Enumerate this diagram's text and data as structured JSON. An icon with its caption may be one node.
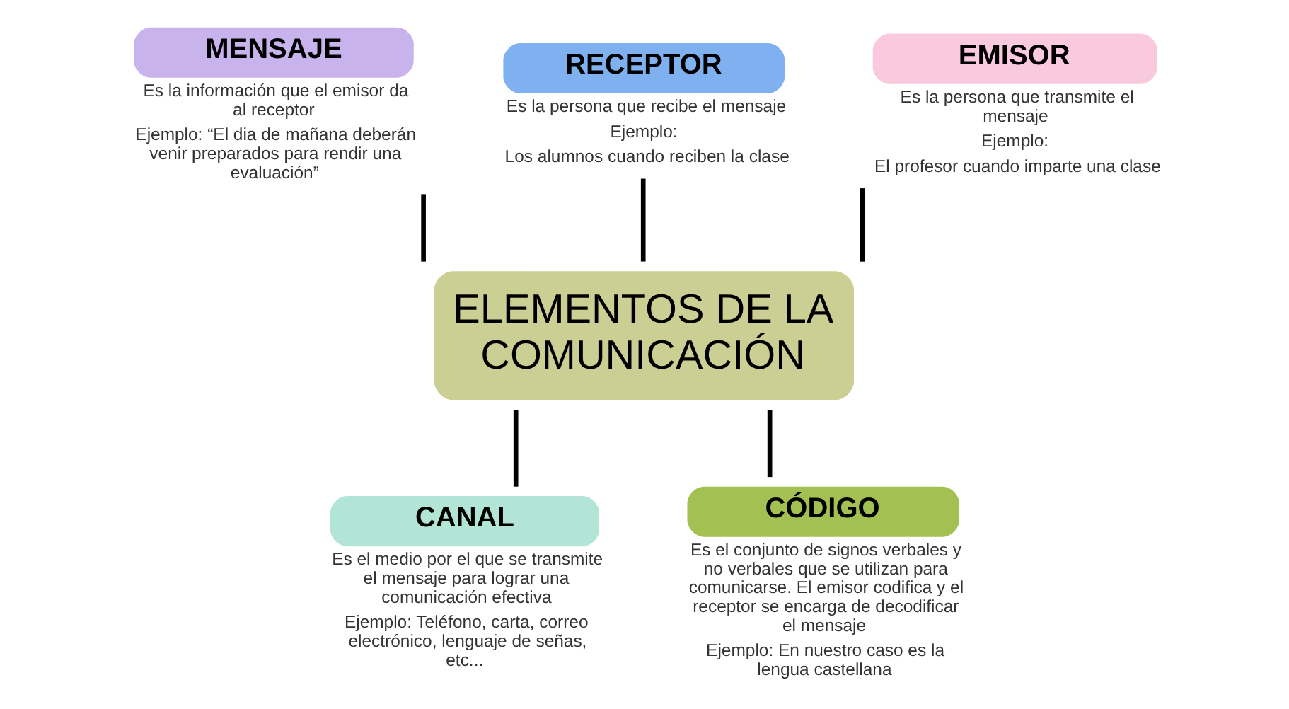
{
  "diagram": {
    "nodes": [
      {
        "text": [
          "MENSAJE"
        ],
        "beside": [
          "Es la información que el emisor da al receptor",
          "Ejemplo: “El dia de mañana deberán venir preparados para rendir una evaluación”"
        ]
      },
      {
        "text": [
          "RECEPTOR"
        ],
        "beside": [
          "Es la persona que recibe el mensaje",
          "Ejemplo:",
          "Los alumnos cuando reciben la clase"
        ]
      },
      {
        "text": [
          "EMISOR"
        ],
        "beside": [
          "Es la persona que transmite el mensaje",
          "Ejemplo:",
          "El profesor cuando imparte una clase"
        ]
      },
      {
        "text": [
          "ELEMENTOS DE LA COMUNICACIÓN"
        ]
      },
      {
        "text": [
          "CANAL"
        ],
        "beside": [
          "Es el medio por el que se transmite el mensaje para lograr una comunicación efectiva",
          "Ejemplo: Teléfono, carta, correo electrónico, lenguaje de señas, etc..."
        ]
      },
      {
        "text": [
          "CÓDIGO"
        ],
        "beside": [
          "Es el conjunto de signos verbales y no verbales que se utilizan para comunicarse. El emisor codifica y el receptor se encarga de decodificar  el mensaje",
          "Ejemplo: En nuestro caso es la lengua castellana"
        ]
      }
    ],
    "edges": [
      {
        "from": 0,
        "to": 3,
        "arrow": "none"
      },
      {
        "from": 1,
        "to": 3,
        "arrow": "none"
      },
      {
        "from": 2,
        "to": 3,
        "arrow": "none"
      },
      {
        "from": 3,
        "to": 4,
        "arrow": "none"
      },
      {
        "from": 3,
        "to": 5,
        "arrow": "none"
      }
    ]
  }
}
